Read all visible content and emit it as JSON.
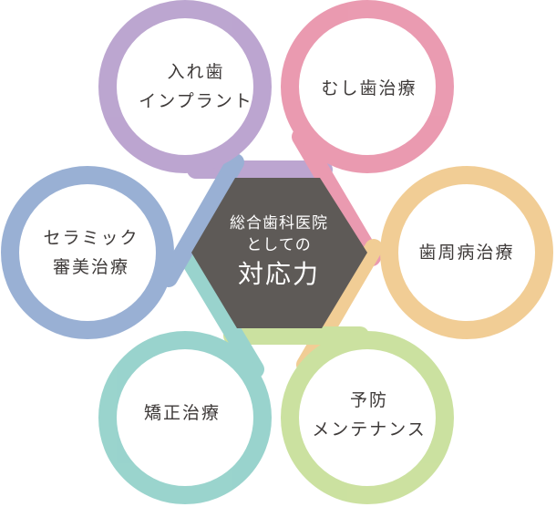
{
  "center": {
    "line1": "総合歯科医院",
    "line2": "としての",
    "line3": "対応力",
    "color": "#5e5a57"
  },
  "items": [
    {
      "l1": "入れ歯",
      "l2": "インプラント",
      "color": "#b59ccb"
    },
    {
      "l1": "むし歯治療",
      "l2": "",
      "color": "#e890a8"
    },
    {
      "l1": "歯周病治療",
      "l2": "",
      "color": "#f0c88a"
    },
    {
      "l1": "予防",
      "l2": "メンテナンス",
      "color": "#c6de96"
    },
    {
      "l1": "矯正治療",
      "l2": "",
      "color": "#8fcfc8"
    },
    {
      "l1": "セラミック",
      "l2": "審美治療",
      "color": "#8ea8d0"
    }
  ]
}
